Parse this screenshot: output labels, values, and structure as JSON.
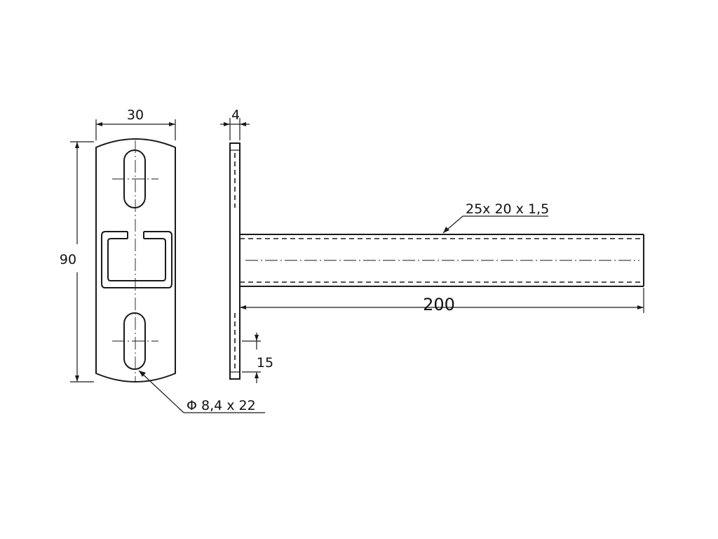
{
  "dimensions": {
    "plate_width": "30",
    "plate_height": "90",
    "plate_thickness": "4",
    "arm_length": "200",
    "arm_profile": "25x 20 x 1,5",
    "hole_spacing": "15",
    "slot_size": "Φ 8,4 x 22"
  }
}
